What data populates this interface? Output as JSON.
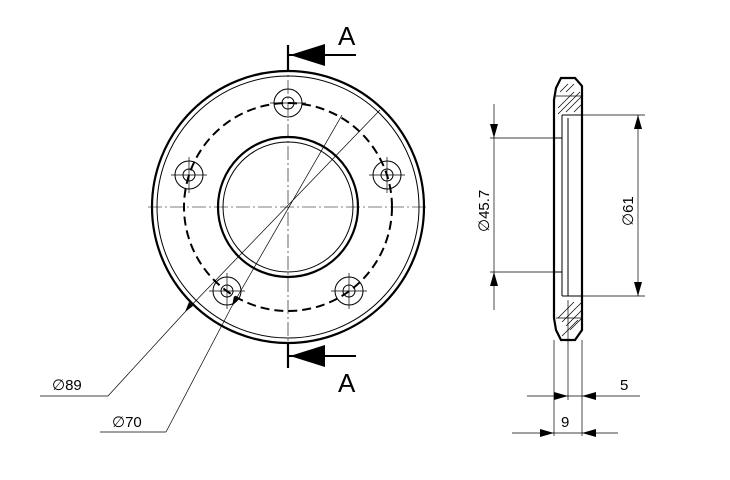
{
  "section": {
    "label_top": "A",
    "label_bottom": "A"
  },
  "dimensions": {
    "outer_diameter": "89",
    "bolt_circle_diameter": "70",
    "inner_diameter": "45.7",
    "recess_diameter": "61",
    "thickness": "9",
    "step_thickness": "5",
    "diameter_symbol": "∅"
  }
}
